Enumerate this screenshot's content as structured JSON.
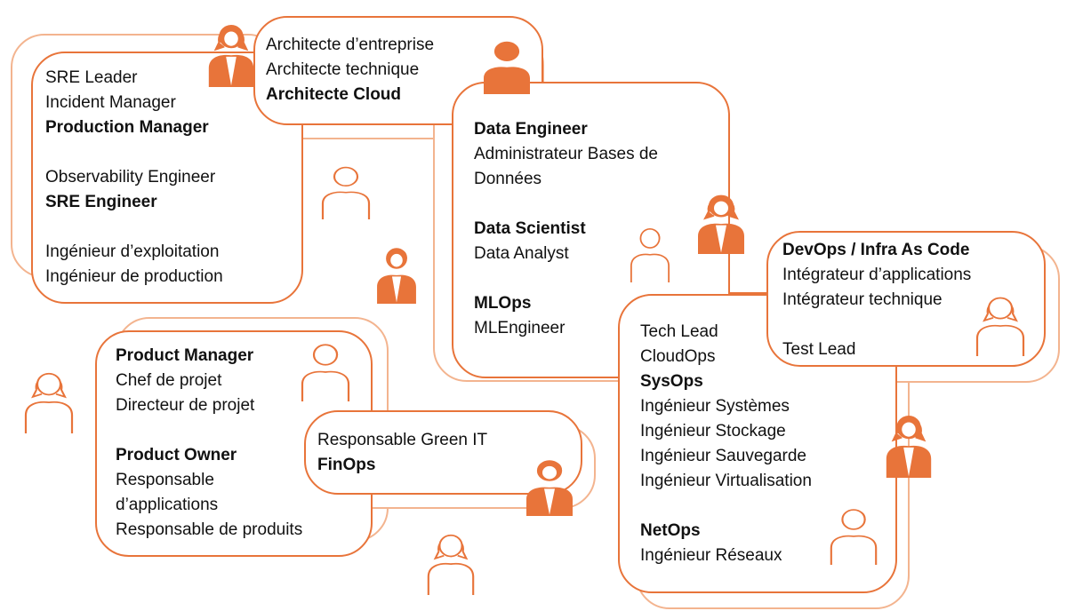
{
  "colors": {
    "accent": "#e8743a",
    "accent_light": "#f3b48f"
  },
  "boxes": {
    "sre": [
      {
        "text": "SRE Leader",
        "bold": false
      },
      {
        "text": "Incident Manager",
        "bold": false
      },
      {
        "text": "Production Manager",
        "bold": true
      },
      {
        "text": "",
        "bold": false
      },
      {
        "text": "Observability Engineer",
        "bold": false
      },
      {
        "text": "SRE Engineer",
        "bold": true
      },
      {
        "text": "",
        "bold": false
      },
      {
        "text": "Ingénieur d’exploitation",
        "bold": false
      },
      {
        "text": "Ingénieur de production",
        "bold": false
      }
    ],
    "architect": [
      {
        "text": "Architecte d’entreprise",
        "bold": false
      },
      {
        "text": "Architecte technique",
        "bold": false
      },
      {
        "text": "Architecte Cloud",
        "bold": true
      }
    ],
    "data": [
      {
        "text": "Data Engineer",
        "bold": true
      },
      {
        "text": "Administrateur Bases de",
        "bold": false
      },
      {
        "text": "Données",
        "bold": false
      },
      {
        "text": "",
        "bold": false
      },
      {
        "text": "Data Scientist",
        "bold": true
      },
      {
        "text": "Data Analyst",
        "bold": false
      },
      {
        "text": "",
        "bold": false
      },
      {
        "text": "MLOps",
        "bold": true
      },
      {
        "text": "MLEngineer",
        "bold": false
      }
    ],
    "product": [
      {
        "text": "Product Manager",
        "bold": true
      },
      {
        "text": "Chef de projet",
        "bold": false
      },
      {
        "text": "Directeur de projet",
        "bold": false
      },
      {
        "text": "",
        "bold": false
      },
      {
        "text": "Product Owner",
        "bold": true
      },
      {
        "text": "Responsable",
        "bold": false
      },
      {
        "text": "d’applications",
        "bold": false
      },
      {
        "text": "Responsable de produits",
        "bold": false
      }
    ],
    "finops": [
      {
        "text": "Responsable Green IT",
        "bold": false
      },
      {
        "text": "FinOps",
        "bold": true
      }
    ],
    "ops": [
      {
        "text": "Tech Lead",
        "bold": false
      },
      {
        "text": "CloudOps",
        "bold": false
      },
      {
        "text": "SysOps",
        "bold": true
      },
      {
        "text": "Ingénieur Systèmes",
        "bold": false
      },
      {
        "text": "Ingénieur Stockage",
        "bold": false
      },
      {
        "text": "Ingénieur Sauvegarde",
        "bold": false
      },
      {
        "text": "Ingénieur Virtualisation",
        "bold": false
      },
      {
        "text": "",
        "bold": false
      },
      {
        "text": "NetOps",
        "bold": true
      },
      {
        "text": "Ingénieur Réseaux",
        "bold": false
      }
    ],
    "devops": [
      {
        "text": "DevOps / Infra As Code",
        "bold": true
      },
      {
        "text": "Intégrateur d’applications",
        "bold": false
      },
      {
        "text": "Intégrateur technique",
        "bold": false
      },
      {
        "text": "",
        "bold": false
      },
      {
        "text": "Test Lead",
        "bold": false
      }
    ]
  },
  "icons": [
    {
      "name": "woman-filled-icon",
      "kind": "woman",
      "filled": true
    },
    {
      "name": "man-filled-icon",
      "kind": "plain",
      "filled": true
    },
    {
      "name": "person-outline-icon",
      "kind": "plain",
      "filled": false
    },
    {
      "name": "boy-filled-icon",
      "kind": "man",
      "filled": true
    },
    {
      "name": "woman-filled-icon",
      "kind": "woman",
      "filled": true
    },
    {
      "name": "boy-outline-icon",
      "kind": "man",
      "filled": false
    },
    {
      "name": "woman-outline-icon",
      "kind": "woman",
      "filled": false
    },
    {
      "name": "man-outline-icon",
      "kind": "man",
      "filled": false
    },
    {
      "name": "man-filled-icon",
      "kind": "man",
      "filled": true
    },
    {
      "name": "woman-outline-icon",
      "kind": "woman",
      "filled": false
    },
    {
      "name": "woman-outline-icon",
      "kind": "woman",
      "filled": false
    },
    {
      "name": "woman-filled-icon",
      "kind": "woman",
      "filled": true
    },
    {
      "name": "man-outline-icon",
      "kind": "man",
      "filled": false
    }
  ]
}
